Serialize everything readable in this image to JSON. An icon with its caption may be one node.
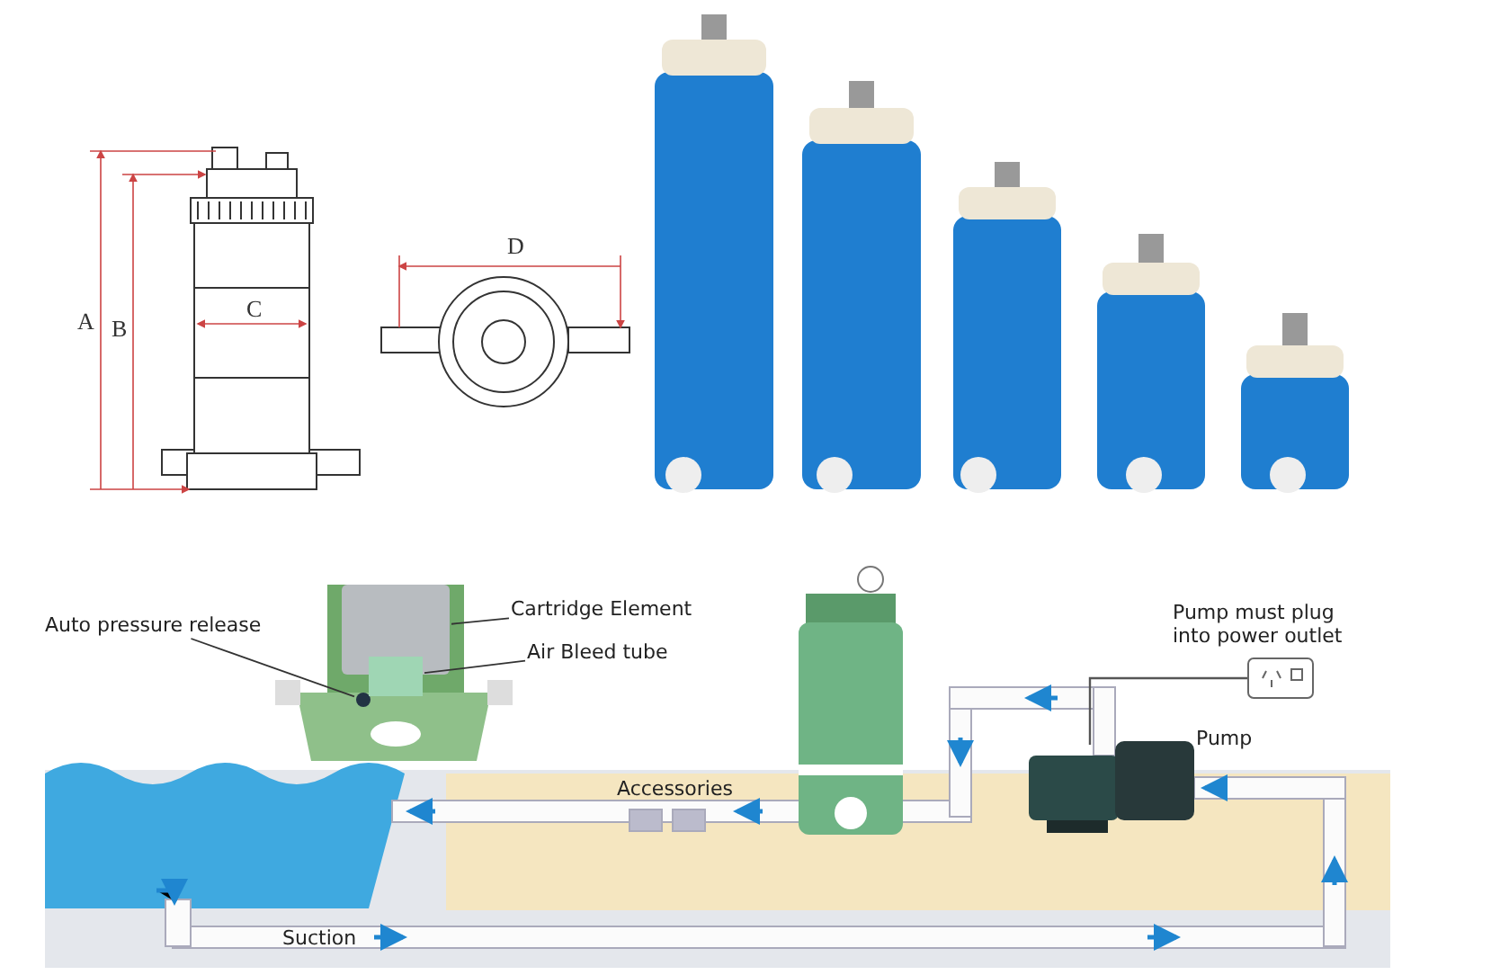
{
  "diagram": {
    "nodes": [
      {
        "text": [
          "Auto pressure release"
        ]
      },
      {
        "text": [
          "Cartridge Element"
        ]
      },
      {
        "text": [
          "Air Bleed tube"
        ]
      },
      {
        "text": [],
        "shape": "circle"
      },
      {
        "text": [],
        "shape": "cylinder"
      },
      {
        "text": [],
        "shape": "box"
      }
    ],
    "edges": [
      {
        "from": 0,
        "to": 3,
        "arrow": "none"
      },
      {
        "from": 1,
        "to": 4,
        "arrow": "none"
      },
      {
        "from": 2,
        "to": 5,
        "arrow": "none"
      }
    ],
    "labels": [
      "A",
      "B",
      "C",
      "D",
      "Pump must plug into power outlet",
      "Pump",
      "Accessories",
      "Suction"
    ]
  }
}
